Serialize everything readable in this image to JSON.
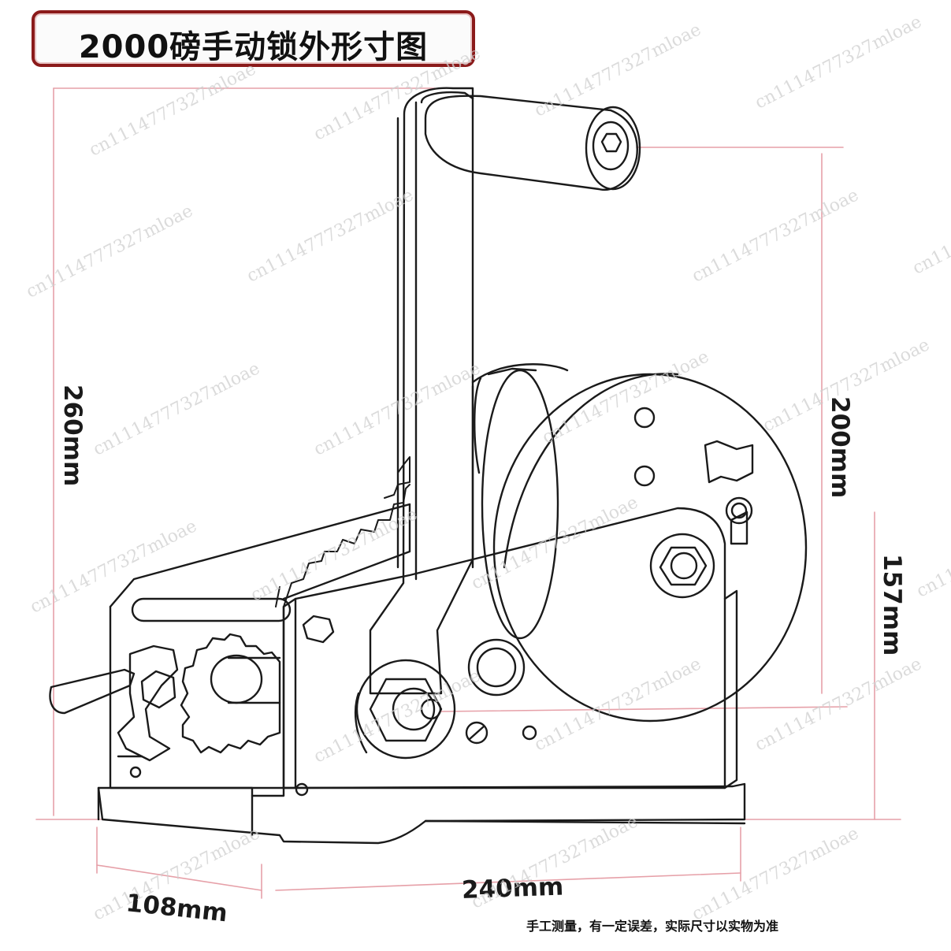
{
  "title": "2000磅手动锁外形寸图",
  "dimensions": {
    "height_total": "260mm",
    "height_drum": "200mm",
    "height_frame": "157mm",
    "depth": "108mm",
    "width": "240mm"
  },
  "footnote": "手工测量，有一定误差，实际尺寸以实物为准",
  "watermark": "cn1114777327mloae",
  "colors": {
    "title_border": "#8b1a1a",
    "dimension_line": "#e6a0a8",
    "outline": "#1a1a1a"
  }
}
